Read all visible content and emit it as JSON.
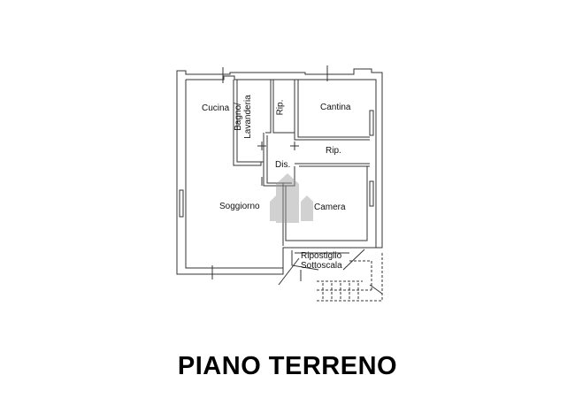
{
  "floor_plan": {
    "title": "PIANO TERRENO",
    "rooms": {
      "cucina": "Cucina",
      "bagno_line1": "Bagno/",
      "bagno_line2": "Lavanderia",
      "rip_vertical": "Rip.",
      "cantina": "Cantina",
      "rip_horizontal": "Rip.",
      "dis": "Dis.",
      "soggiorno": "Soggiorno",
      "camera": "Camera",
      "ripostiglio_line1": "Ripostiglio",
      "ripostiglio_line2": "Sottoscala"
    },
    "colors": {
      "wall": "#333333",
      "watermark": "#9a9a9a",
      "background": "#ffffff"
    }
  }
}
